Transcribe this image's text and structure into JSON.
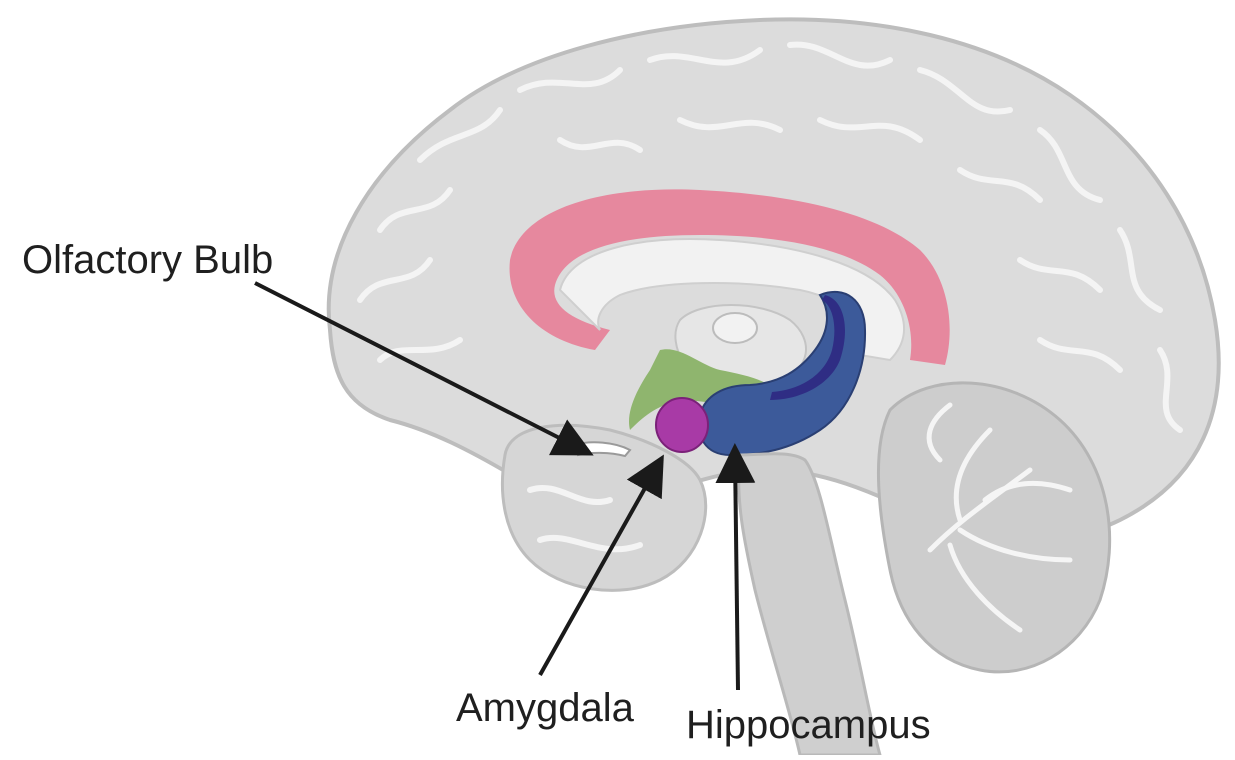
{
  "labels": {
    "olfactory_bulb": "Olfactory Bulb",
    "amygdala": "Amygdala",
    "hippocampus": "Hippocampus"
  },
  "colors": {
    "brain_fill": "#dcdcdc",
    "brain_outline": "#bdbdbd",
    "gyri_highlight": "#f4f4f4",
    "cingulate": "#e6889e",
    "corpus_callosum": "#f2f2f2",
    "septal_area": "#8fb56e",
    "amygdala": "#a83aa6",
    "hippocampus": "#3c5a9a",
    "hippocampus_dark": "#2f2d84",
    "brainstem": "#cfcfcf",
    "cerebellum": "#cdcdcd",
    "arrow": "#1a1a1a",
    "text": "#1f1f1f"
  }
}
